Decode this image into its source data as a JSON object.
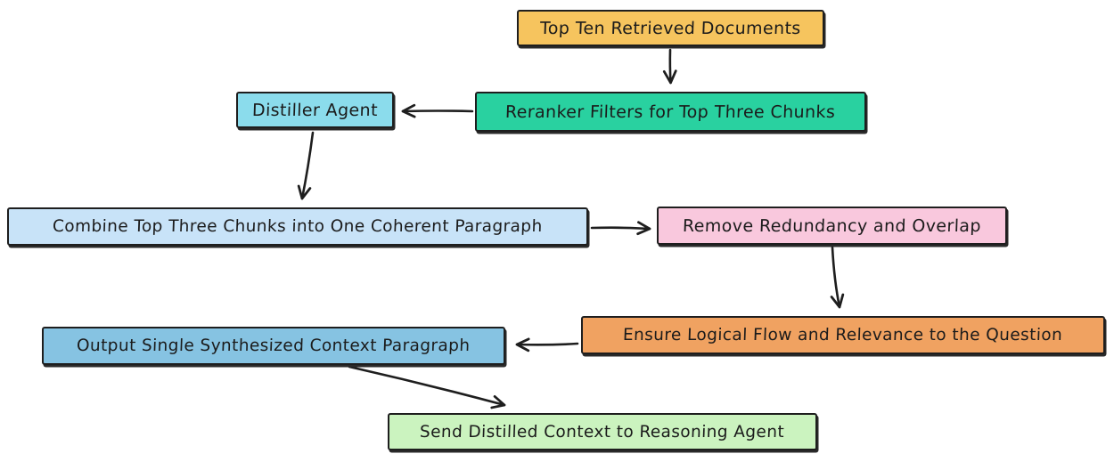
{
  "diagram": {
    "background_color": "#ffffff",
    "stroke_color": "#1e1e1e",
    "nodes": [
      {
        "id": "top-ten-retrieved-documents",
        "label": "Top Ten Retrieved Documents",
        "fill": "#F6C45E"
      },
      {
        "id": "reranker-filters",
        "label": "Reranker Filters for Top Three Chunks",
        "fill": "#29D1A0"
      },
      {
        "id": "distiller-agent",
        "label": "Distiller Agent",
        "fill": "#8BDCEC"
      },
      {
        "id": "combine-chunks",
        "label": "Combine Top Three Chunks into One Coherent Paragraph",
        "fill": "#C8E3F8"
      },
      {
        "id": "remove-redundancy",
        "label": "Remove Redundancy and Overlap",
        "fill": "#F9C8DD"
      },
      {
        "id": "ensure-logical-flow",
        "label": "Ensure Logical Flow and Relevance to the Question",
        "fill": "#F0A261"
      },
      {
        "id": "output-context-paragraph",
        "label": "Output Single Synthesized Context Paragraph",
        "fill": "#86C3E2"
      },
      {
        "id": "send-distilled-context",
        "label": "Send Distilled Context to Reasoning Agent",
        "fill": "#CBF3BF"
      }
    ],
    "edges": [
      {
        "from": "top-ten-retrieved-documents",
        "to": "reranker-filters"
      },
      {
        "from": "reranker-filters",
        "to": "distiller-agent"
      },
      {
        "from": "distiller-agent",
        "to": "combine-chunks"
      },
      {
        "from": "combine-chunks",
        "to": "remove-redundancy"
      },
      {
        "from": "remove-redundancy",
        "to": "ensure-logical-flow"
      },
      {
        "from": "ensure-logical-flow",
        "to": "output-context-paragraph"
      },
      {
        "from": "output-context-paragraph",
        "to": "send-distilled-context"
      }
    ]
  }
}
